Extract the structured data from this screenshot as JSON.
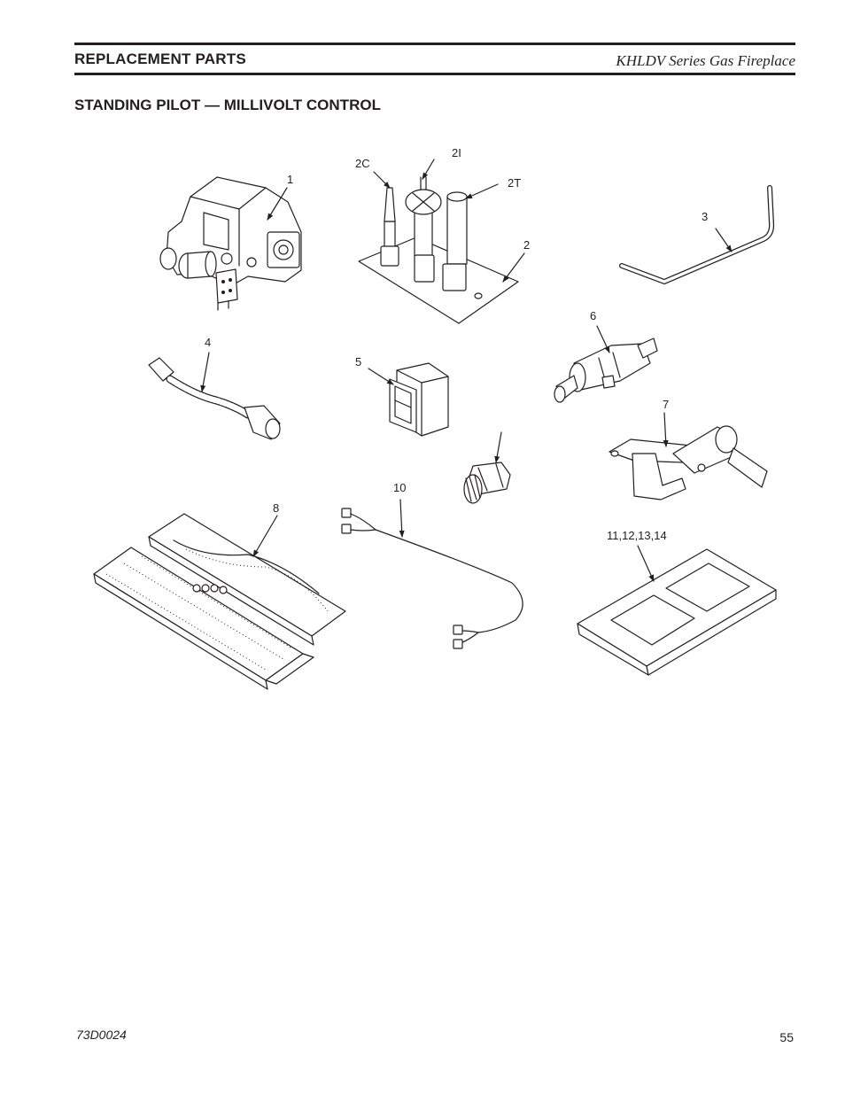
{
  "header": {
    "section_label": "REPLACEMENT PARTS",
    "series_title": "KHLDV Series Gas Fireplace"
  },
  "subheading": "STANDING PILOT — MILLIVOLT CONTROL",
  "callouts": {
    "c1": "1",
    "c2": "2",
    "c2c": "2C",
    "c2i": "2I",
    "c2t": "2T",
    "c3": "3",
    "c4": "4",
    "c5": "5",
    "c6": "6",
    "c7": "7",
    "c8": "8",
    "c10": "10",
    "c11": "11,12,13,14"
  },
  "footer": {
    "doc_number": "73D0024",
    "page_number": "55"
  }
}
